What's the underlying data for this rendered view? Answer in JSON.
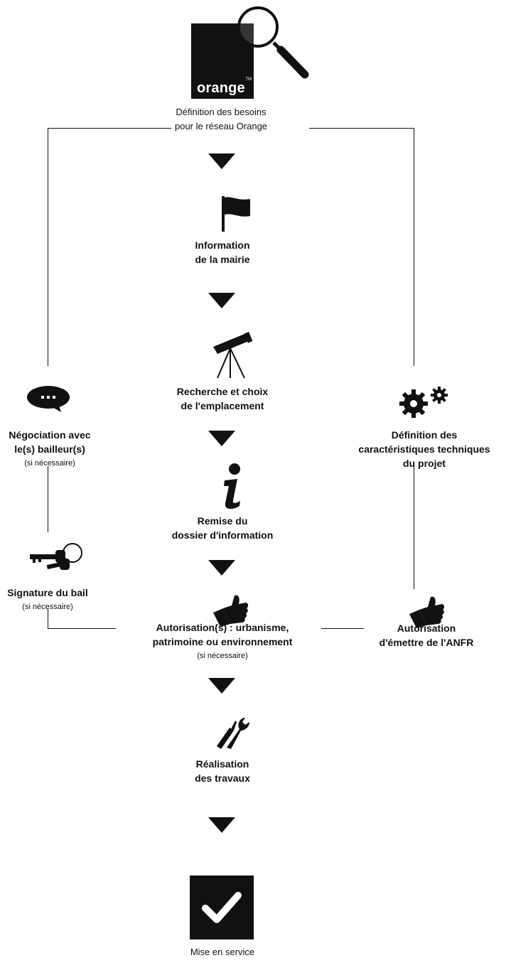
{
  "logo": {
    "text": "orange",
    "tm": "TM"
  },
  "steps": {
    "definition_besoins": {
      "line1": "Définition des besoins",
      "line2": "pour le réseau Orange"
    },
    "information_mairie": {
      "line1": "Information",
      "line2": "de la mairie"
    },
    "recherche": {
      "line1": "Recherche et choix",
      "line2": "de l'emplacement"
    },
    "remise": {
      "line1": "Remise du",
      "line2": "dossier d'information"
    },
    "autorisations": {
      "line1": "Autorisation(s) : urbanisme,",
      "line2": "patrimoine ou environnement",
      "note": "(si nécessaire)"
    },
    "realisation": {
      "line1": "Réalisation",
      "line2": "des travaux"
    },
    "mise_en_service": {
      "line1": "Mise en service"
    },
    "negociation": {
      "line1": "Négociation avec",
      "line2": "le(s) bailleur(s)",
      "note": "(si nécessaire)"
    },
    "signature": {
      "line1": "Signature du bail",
      "note": "(si nécessaire)"
    },
    "definition_techniques": {
      "line1": "Définition des",
      "line2": "caractéristiques techniques",
      "line3": "du projet"
    },
    "autorisation_anfr": {
      "line1": "Autorisation",
      "line2": "d'émettre de l'ANFR"
    }
  },
  "icons": [
    "magnifier-icon",
    "flag-icon",
    "telescope-icon",
    "info-icon",
    "thumbs-up-icon",
    "tools-icon",
    "checkmark-icon",
    "speech-bubble-icon",
    "keys-icon",
    "gears-icon"
  ]
}
